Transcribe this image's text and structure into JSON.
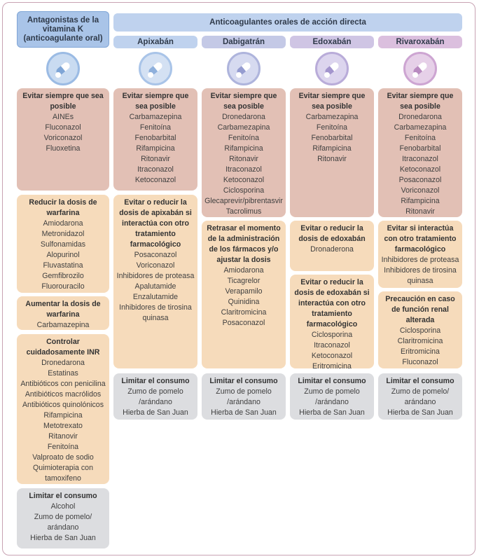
{
  "header": {
    "vka_title": "Antagonistas de la vitamina K (anticoagulante oral)",
    "doac_title": "Anticoagulantes orales de acción directa",
    "drugs": [
      "Apixabán",
      "Dabigatrán",
      "Edoxabán",
      "Rivaroxabán"
    ]
  },
  "colors": {
    "vka_header": "#a9c4e8",
    "apixaban": "#bfd2ee",
    "dabigatran": "#c4c9e6",
    "edoxaban": "#cfc5e4",
    "rivaroxaban": "#dbbfde",
    "avoid": "#e2c0b5",
    "caution": "#f6dbbb",
    "limit": "#dcdde0",
    "border": "#c8a3b3"
  },
  "icon": "pill-capsule-icon",
  "columns": [
    {
      "id": "vka",
      "boxes": [
        {
          "title": "Evitar siempre que sea posible",
          "items": [
            "AINEs",
            "Fluconazol",
            "Voriconazol",
            "Fluoxetina"
          ]
        },
        {
          "title": "Reducir la dosis de warfarina",
          "items": [
            "Amiodarona",
            "Metronidazol",
            "Sulfonamidas",
            "Alopurinol",
            "Fluvastatina",
            "Gemfibrozilo",
            "Fluorouracilo"
          ]
        },
        {
          "title": "Aumentar la dosis de warfarina",
          "items": [
            "Carbamazepina"
          ]
        },
        {
          "title": "Controlar cuidadosamente INR",
          "items": [
            "Dronedarona",
            "Estatinas",
            "Antibióticos con penicilina",
            "Antibióticos macrólidos",
            "Antibióticos quinolónicos",
            "Rifampicina",
            "Metotrexato",
            "Ritanovir",
            "Fenitoína",
            "Valproato de sodio",
            "Quimioterapia con",
            "tamoxifeno"
          ]
        },
        {
          "title": "Limitar el consumo",
          "items": [
            "Alcohol",
            "Zumo de pomelo/",
            "arándano",
            "Hierba de San Juan"
          ]
        }
      ]
    },
    {
      "id": "apixaban",
      "boxes": [
        {
          "title": "Evitar siempre que sea posible",
          "items": [
            "Carbamazepina",
            "Fenitoína",
            "Fenobarbital",
            "Rifampicina",
            "Ritonavir",
            "Itraconazol",
            "Ketoconazol"
          ]
        },
        {
          "title": "Evitar o reducir la dosis de apixabán si interactúa con otro tratamiento farmacológico",
          "items": [
            "Posaconazol",
            "Voriconazol",
            "Inhibidores de proteasa",
            "Apalutamide",
            "Enzalutamide",
            "Inhibidores de tirosina",
            "quinasa"
          ]
        },
        {
          "title": "Limitar el consumo",
          "items": [
            "Zumo de pomelo",
            "/arándano",
            "Hierba de San Juan"
          ]
        }
      ]
    },
    {
      "id": "dabigatran",
      "boxes": [
        {
          "title": "Evitar siempre que sea posible",
          "items": [
            "Dronedarona",
            "Carbamezapina",
            "Fenitoína",
            "Rifampicina",
            "Ritonavir",
            "Itraconazol",
            "Ketoconazol",
            "Ciclosporina",
            "Glecaprevir/pibrentasvir",
            "Tacrolimus"
          ]
        },
        {
          "title": "Retrasar el momento de la administración de los fármacos y/o ajustar la dosis",
          "items": [
            "Amiodarona",
            "Ticagrelor",
            "Verapamilo",
            "Quinidina",
            "Claritromicina",
            "Posaconazol"
          ]
        },
        {
          "title": "Limitar el consumo",
          "items": [
            "Zumo de pomelo",
            "/arándano",
            "Hierba de San Juan"
          ]
        }
      ]
    },
    {
      "id": "edoxaban",
      "boxes": [
        {
          "title": "Evitar siempre que sea posible",
          "items": [
            "Carbamezapina",
            "Fenitoína",
            "Fenobarbital",
            "Rifampicina",
            "Ritonavir"
          ]
        },
        {
          "title": "Evitar o reducir la dosis de edoxabán",
          "items": [
            "Dronaderona"
          ]
        },
        {
          "title": "Evitar o reducir la dosis de edoxabán si interactúa con otro tratamiento farmacológico",
          "items": [
            "Ciclosporina",
            "Itraconazol",
            "Ketoconazol",
            "Eritromicina"
          ]
        },
        {
          "title": "Limitar el consumo",
          "items": [
            "Zumo de pomelo",
            "/arándano",
            "Hierba de San Juan"
          ]
        }
      ]
    },
    {
      "id": "rivaroxaban",
      "boxes": [
        {
          "title": "Evitar siempre que sea posible",
          "items": [
            "Dronedarona",
            "Carbamezapina",
            "Fenitoína",
            "Fenobarbital",
            "Itraconazol",
            "Ketoconazol",
            "Posaconazol",
            "Voriconazol",
            "Rifampicina",
            "Ritonavir"
          ]
        },
        {
          "title": "Evitar si interactúa con otro tratamiento farmacológico",
          "items": [
            "Inhibidores de proteasa",
            "Inhibidores de tirosina",
            "quinasa"
          ]
        },
        {
          "title": "Precaución en caso de función renal alterada",
          "items": [
            "Ciclosporina",
            "Claritromicina",
            "Eritromicina",
            "Fluconazol"
          ]
        },
        {
          "title": "Limitar el consumo",
          "items": [
            "Zumo de pomelo/",
            "arándano",
            "Hierba de San Juan"
          ]
        }
      ]
    }
  ]
}
